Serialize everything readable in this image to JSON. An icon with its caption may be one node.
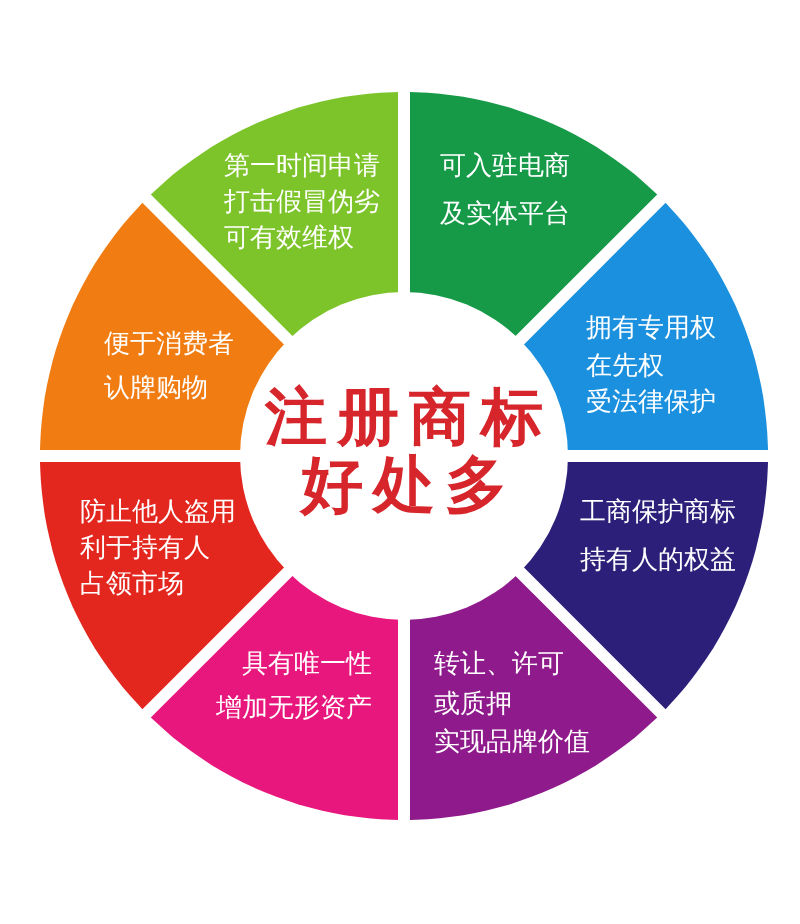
{
  "diagram": {
    "nodes": [
      {
        "text": [
          "注册商标",
          "好处多"
        ]
      },
      {
        "text": [
          "第一时间申请",
          "打击假冒伪劣",
          "可有效维权"
        ]
      },
      {
        "text": [
          "可入驻电商",
          "及实体平台"
        ]
      },
      {
        "text": [
          "便于消费者",
          "认牌购物"
        ]
      },
      {
        "text": [
          "拥有专用权",
          "在先权",
          "受法律保护"
        ]
      },
      {
        "text": [
          "防止他人盗用",
          "利于持有人",
          "占领市场"
        ]
      },
      {
        "text": [
          "工商保护商标",
          "持有人的权益"
        ]
      },
      {
        "text": [
          "具有唯一性",
          "增加无形资产"
        ]
      },
      {
        "text": [
          "转让、许可",
          "或质押",
          "实现品牌价值"
        ]
      }
    ]
  }
}
